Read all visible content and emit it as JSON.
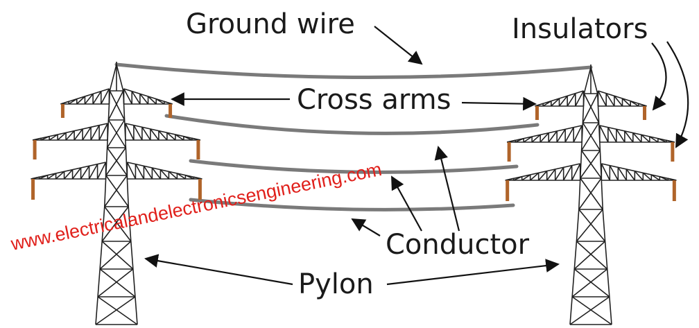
{
  "labels": {
    "ground_wire": "Ground wire",
    "insulators": "Insulators",
    "cross_arms": "Cross arms",
    "conductor": "Conductor",
    "pylon": "Pylon"
  },
  "watermark": {
    "text": "www.electricalandelectronicsengineering.com",
    "color": "#e0201b"
  },
  "colors": {
    "wire": "#7a7a7a",
    "tower": "#202020",
    "insulator": "#b0642a"
  }
}
